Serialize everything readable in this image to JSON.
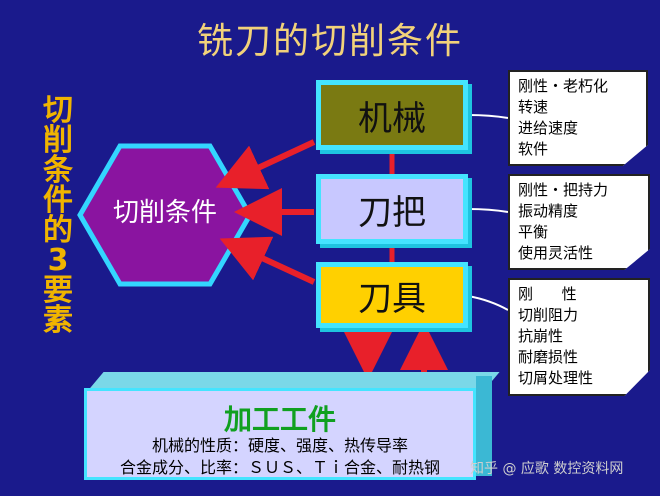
{
  "title": "铣刀的切削条件",
  "vertical_label": "切削条件的3要素",
  "hexagon_label": "切削条件",
  "blocks": [
    {
      "label": "机械",
      "color": "#7a7a12"
    },
    {
      "label": "刀把",
      "color": "#c8c8ff"
    },
    {
      "label": "刀具",
      "color": "#ffd000"
    }
  ],
  "notes": [
    {
      "lines": [
        "刚性・老朽化",
        "转速",
        "进给速度",
        "软件"
      ]
    },
    {
      "lines": [
        "刚性・把持力",
        "振动精度",
        "平衡",
        "使用灵活性"
      ]
    },
    {
      "lines": [
        "刚      性",
        "切削阻力",
        "抗崩性",
        "耐磨损性",
        "切屑处理性"
      ]
    }
  ],
  "workpiece": {
    "title": "加工工件",
    "line1": "机械的性质：硬度、强度、热传导率",
    "line2": "合金成分、比率：ＳＵＳ、Ｔｉ合金、耐热钢"
  },
  "watermark": "知乎 @ 应歌 数控资料网",
  "colors": {
    "background": "#1a1a8c",
    "arrow": "#e8202a",
    "accent": "#44e4ff"
  }
}
